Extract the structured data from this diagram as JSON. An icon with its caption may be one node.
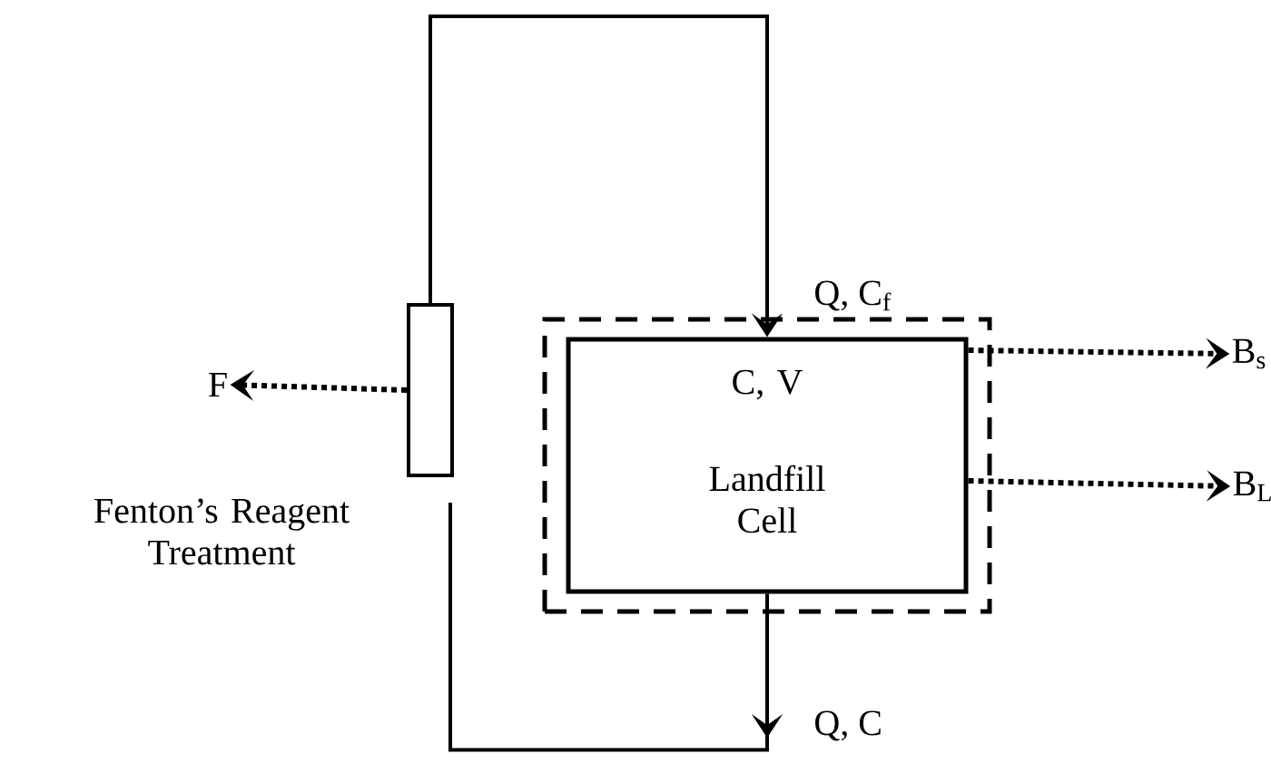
{
  "diagram": {
    "nodes": [
      {
        "text": [],
        "shape": "box"
      },
      {
        "text": [
          "C, V",
          "Landfill Cell"
        ],
        "in": 0
      },
      {
        "text": [],
        "shape": "box",
        "beside": [
          "Fenton’s Reagent Treatment"
        ]
      },
      {
        "text": [
          "F"
        ]
      },
      {
        "text": [
          "B$_{s}$"
        ]
      },
      {
        "text": [
          "B$_{L}$"
        ]
      }
    ],
    "edges": [
      {
        "from": 2,
        "to": 1,
        "arrow": "to",
        "label": "Q, C$_{f}$"
      },
      {
        "from": 1,
        "to": 2,
        "arrow": "to",
        "label": "Q, C"
      },
      {
        "from": 2,
        "to": 3,
        "arrow": "to",
        "style": "dashed"
      },
      {
        "from": 1,
        "to": 4,
        "arrow": "to",
        "style": "dashed"
      },
      {
        "from": 1,
        "to": 5,
        "arrow": "to",
        "style": "dashed"
      }
    ]
  }
}
